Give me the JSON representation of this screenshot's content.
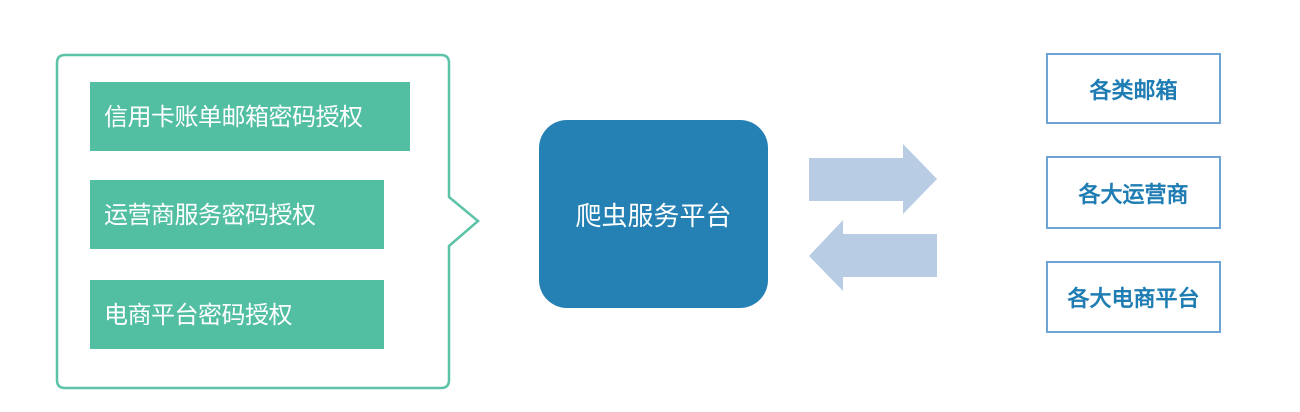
{
  "diagram": {
    "auth_panel": {
      "items": [
        {
          "label": "信用卡账单邮箱密码授权"
        },
        {
          "label": "运营商服务密码授权"
        },
        {
          "label": "电商平台密码授权"
        }
      ]
    },
    "platform": {
      "label": "爬虫服务平台"
    },
    "arrows": {
      "forward": "right-arrow",
      "backward": "left-arrow"
    },
    "targets": {
      "items": [
        {
          "label": "各类邮箱"
        },
        {
          "label": "各大运营商"
        },
        {
          "label": "各大电商平台"
        }
      ]
    },
    "colors": {
      "auth_green": "#52bfa3",
      "callout_border": "#5cc3a8",
      "platform_blue": "#2581b3",
      "arrow_blue": "#b8cce4",
      "target_border": "#6fa3d6",
      "target_text": "#1f7db3"
    }
  }
}
